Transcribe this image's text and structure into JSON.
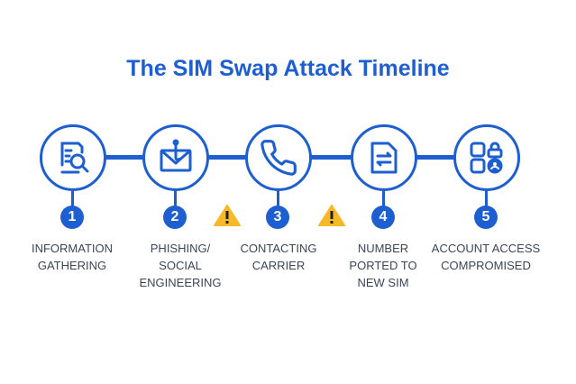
{
  "title": "The SIM Swap Attack Timeline",
  "steps": [
    {
      "number": "1",
      "icon": "document-search-icon",
      "label_lines": [
        "INFORMATION",
        "GATHERING"
      ]
    },
    {
      "number": "2",
      "icon": "phishing-envelope-icon",
      "label_lines": [
        "PHISHING/",
        "SOCIAL",
        "ENGINEERING"
      ]
    },
    {
      "number": "3",
      "icon": "phone-icon",
      "label_lines": [
        "CONTACTING",
        "CARRIER"
      ]
    },
    {
      "number": "4",
      "icon": "sim-swap-icon",
      "label_lines": [
        "NUMBER",
        "PORTED TO",
        "NEW SIM"
      ]
    },
    {
      "number": "5",
      "icon": "accounts-locked-icon",
      "label_lines": [
        "ACCOUNT ACCESS",
        "COMPROMISED"
      ]
    }
  ],
  "warnings": [
    "warning-icon",
    "warning-icon"
  ],
  "colors": {
    "accent": "#1d5fd1",
    "warning": "#f7b928",
    "text": "#3b4656"
  }
}
